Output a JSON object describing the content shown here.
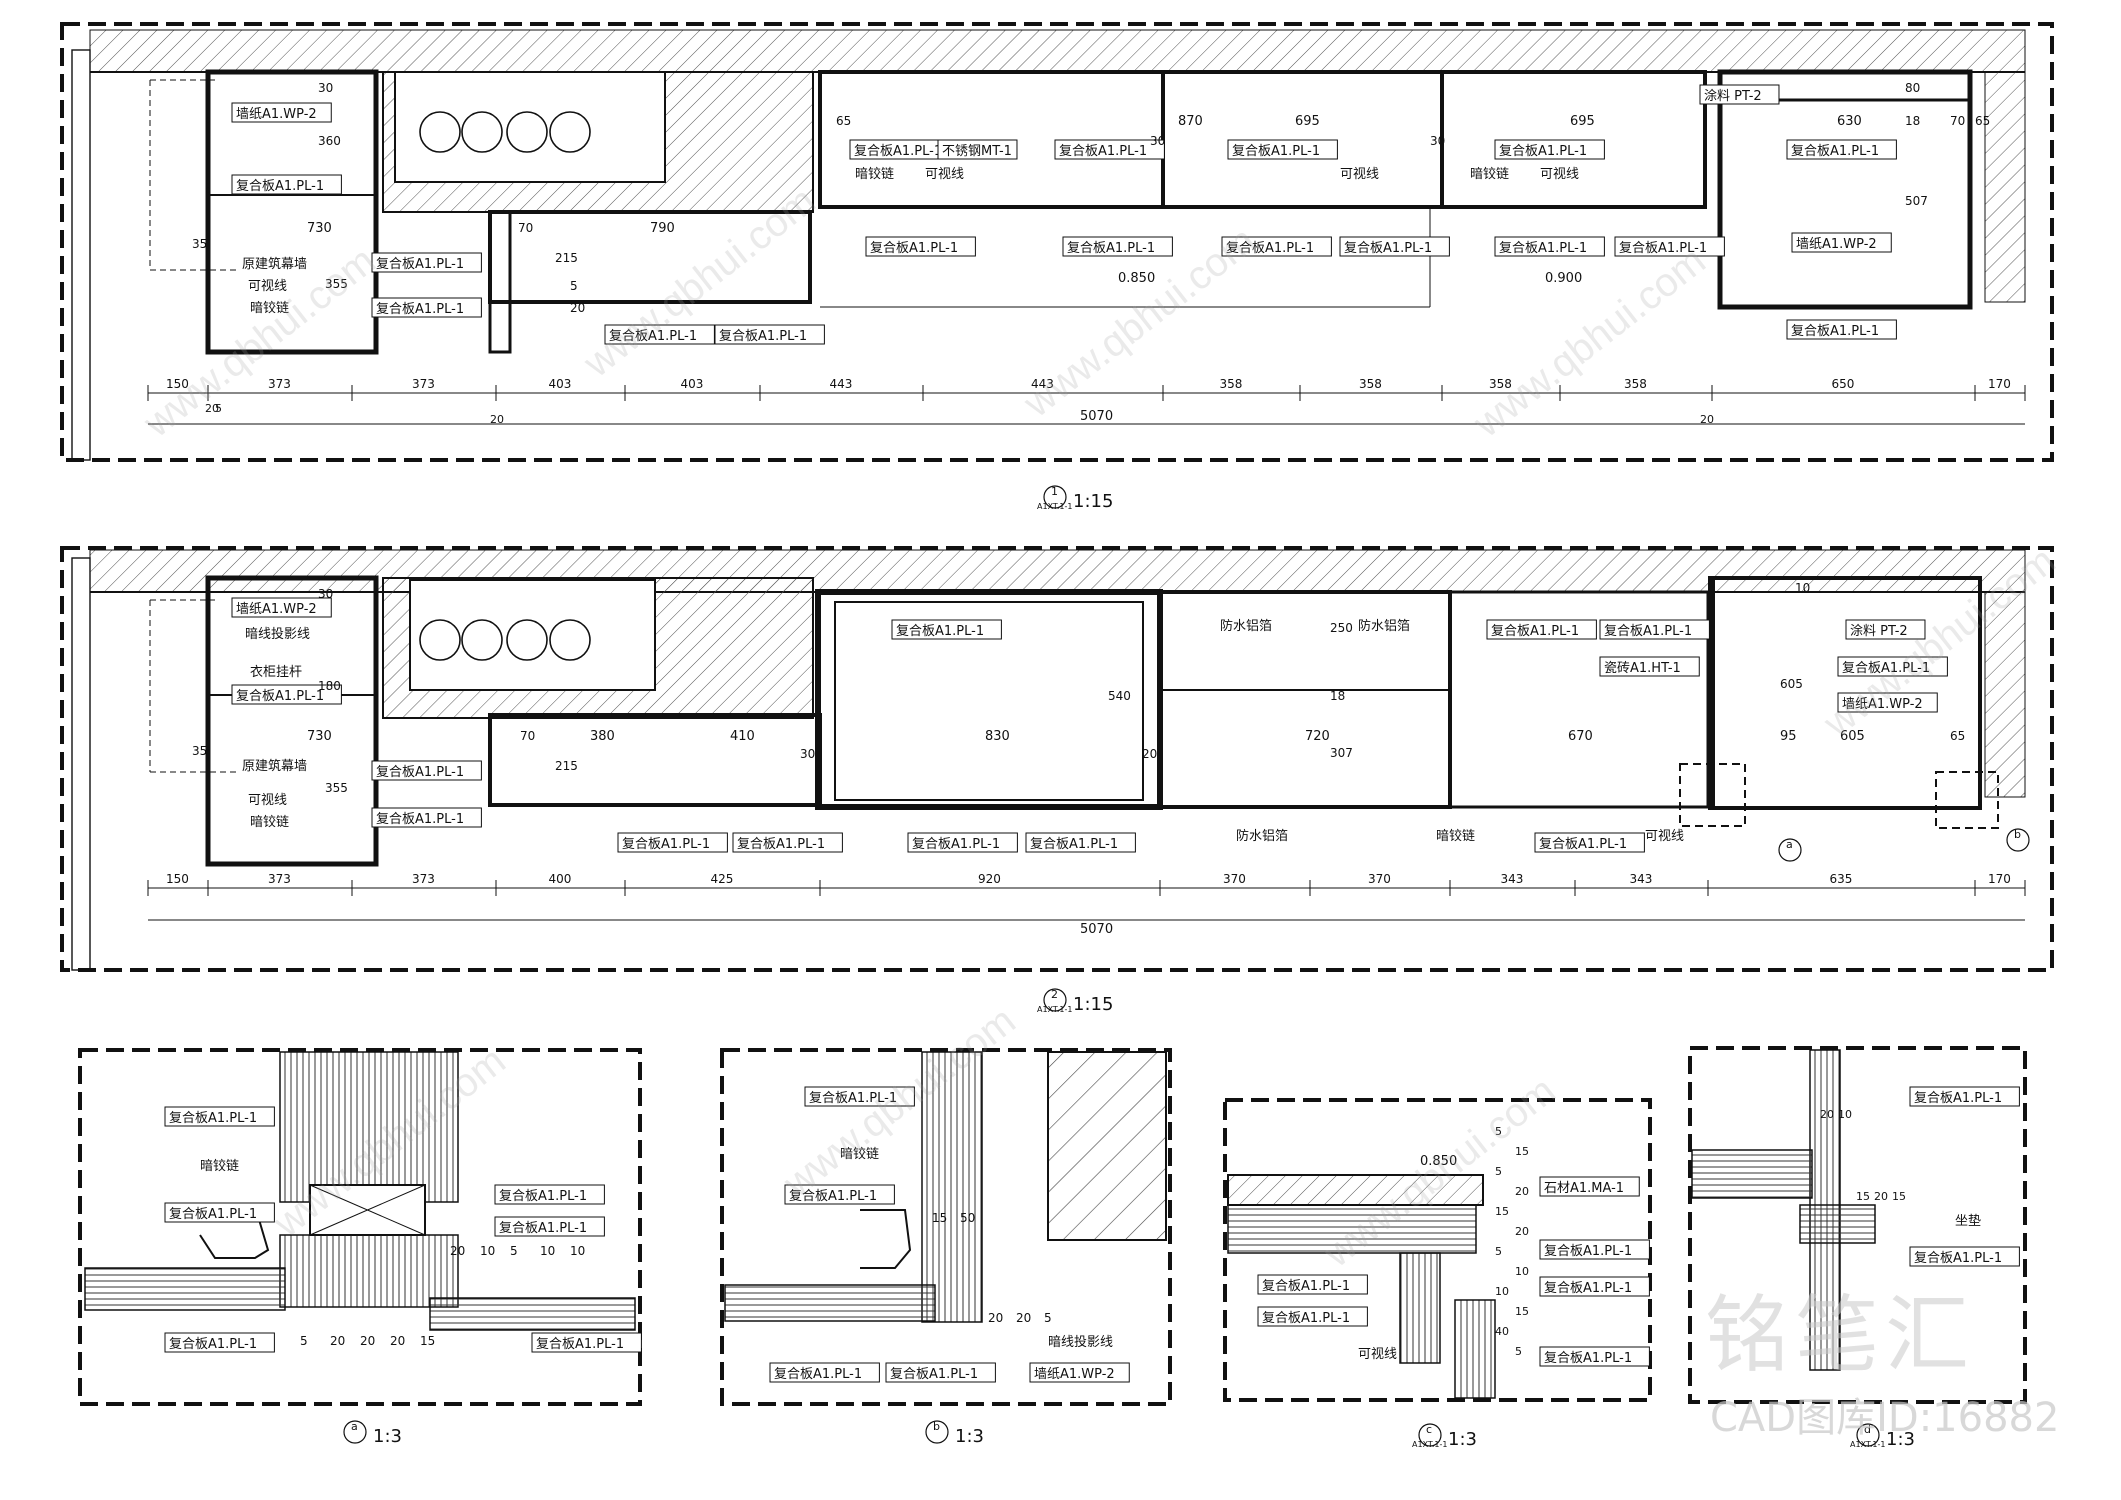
{
  "materials": {
    "composite": "复合板A1.PL-1",
    "wallpaper": "墙纸A1.WP-2",
    "paint": "涂料 PT-2",
    "steel": "不锈钢MT-1",
    "tile": "瓷砖A1.HT-1",
    "stone": "石材A1.MA-1",
    "concealed_hinge": "暗铰链",
    "hidden_hinge_short": "暗铰链",
    "adjustable_line": "可视线",
    "shadow_line": "暗线投影线",
    "existing_wall": "原建筑幕墙",
    "waterproof": "防水铝箔",
    "hanger": "衣柜挂杆",
    "cushion": "坐垫"
  },
  "plan1": {
    "scale": "1:15",
    "callout_num": "1",
    "callout_ref": "A1XT.1-1",
    "top_dims": [
      "30",
      "360",
      "730",
      "790",
      "870",
      "695",
      "695",
      "630",
      "507",
      "80",
      "18",
      "65",
      "70",
      "30",
      "30",
      "70",
      "65",
      "35",
      "215",
      "355",
      "5",
      "20"
    ],
    "levels": [
      "0.850",
      "0.900"
    ],
    "bottom_dims": [
      "150",
      "373",
      "373",
      "403",
      "403",
      "443",
      "443",
      "358",
      "358",
      "358",
      "358",
      "650",
      "170"
    ],
    "small_dims": [
      "20",
      "5",
      "20",
      "20"
    ],
    "overall": "5070"
  },
  "plan2": {
    "scale": "1:15",
    "callout_num": "2",
    "callout_ref": "A1XT.1-1",
    "top_dims": [
      "30",
      "180",
      "730",
      "380",
      "410",
      "830",
      "540",
      "720",
      "250",
      "307",
      "670",
      "95",
      "605",
      "605",
      "65",
      "10",
      "18",
      "30",
      "20",
      "35",
      "215",
      "355",
      "70"
    ],
    "bottom_dims": [
      "150",
      "373",
      "373",
      "400",
      "425",
      "920",
      "370",
      "370",
      "343",
      "343",
      "635",
      "170"
    ],
    "overall": "5070",
    "callouts": [
      "a",
      "b"
    ]
  },
  "details": [
    {
      "id": "a",
      "scale": "1:3",
      "dims": [
        "5",
        "20",
        "20",
        "20",
        "15",
        "20",
        "10",
        "5",
        "10",
        "10"
      ]
    },
    {
      "id": "b",
      "scale": "1:3",
      "dims": [
        "15",
        "50",
        "20",
        "20",
        "5"
      ]
    },
    {
      "id": "c",
      "scale": "1:3",
      "ref": "A1XT.1-1",
      "level": "0.850",
      "dims": [
        "5",
        "15",
        "5",
        "20",
        "15",
        "20",
        "5",
        "10",
        "10",
        "15",
        "40",
        "5"
      ]
    },
    {
      "id": "d",
      "scale": "1:3",
      "ref": "A1XT.1-1",
      "dims": [
        "20",
        "10",
        "15",
        "20",
        "15"
      ]
    }
  ],
  "watermark": {
    "text": "www.qbhui.com",
    "logo": "铭笔汇",
    "id_text": "CAD图库ID:16882"
  }
}
